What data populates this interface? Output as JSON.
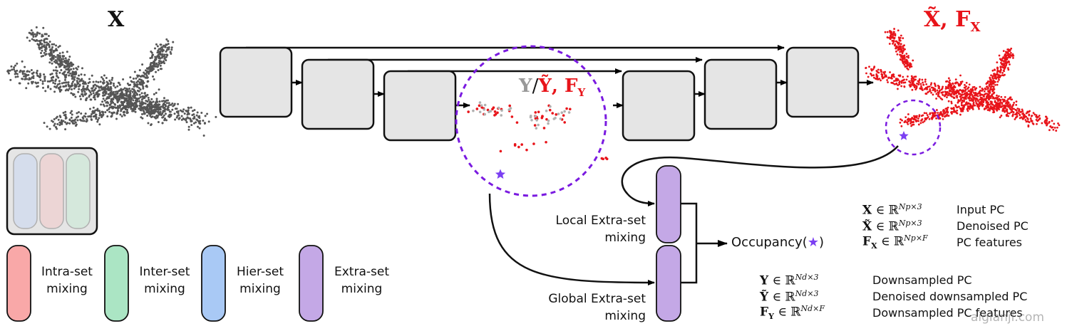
{
  "title_input": "X",
  "title_output": "X̃, F",
  "title_output_sub": "X",
  "zoom_label": {
    "gray": "Y",
    "slash": "/",
    "red": "Ỹ, F",
    "red_sub": "Y"
  },
  "colors": {
    "input_points": "#555555",
    "output_points": "#e8141a",
    "downsampled_gray": "#b0b0b0",
    "downsampled_red": "#e8141a",
    "circle": "#7a1ae0",
    "star": "#7b3ff2",
    "block_fill": "#e5e5e5",
    "intra": "#f9a8a8",
    "inter": "#abe5c4",
    "hier": "#a9c9f5",
    "extra": "#c4a8e6"
  },
  "legend": [
    {
      "key": "intra",
      "line1": "Intra-set",
      "line2": "mixing"
    },
    {
      "key": "inter",
      "line1": "Inter-set",
      "line2": "mixing"
    },
    {
      "key": "hier",
      "line1": "Hier-set",
      "line2": "mixing"
    },
    {
      "key": "extra",
      "line1": "Extra-set",
      "line2": "mixing"
    }
  ],
  "extra_mixing": {
    "local_line1": "Local Extra-set",
    "local_line2": "mixing",
    "global_line1": "Global Extra-set",
    "global_line2": "mixing",
    "output": "Occupancy(",
    "output_close": ")"
  },
  "notation_top": [
    {
      "sym": "X",
      "set": " ∈ ℝ",
      "exp": "Np×3",
      "desc": "Input PC"
    },
    {
      "sym": "X̃",
      "set": " ∈ ℝ",
      "exp": "Np×3",
      "desc": "Denoised PC"
    },
    {
      "sym": "F",
      "sub": "X",
      "set": " ∈ ℝ",
      "exp": "Np×F",
      "desc": "PC features"
    }
  ],
  "notation_bottom": [
    {
      "sym": "Y",
      "set": " ∈ ℝ",
      "exp": "Nd×3",
      "desc": "Downsampled PC"
    },
    {
      "sym": "Ỹ",
      "set": " ∈ ℝ",
      "exp": "Nd×3",
      "desc": "Denoised downsampled PC"
    },
    {
      "sym": "F",
      "sub": "Y",
      "set": " ∈ ℝ",
      "exp": "Nd×F",
      "desc": "Downsampled PC features"
    }
  ],
  "watermark": "aigianji.com"
}
